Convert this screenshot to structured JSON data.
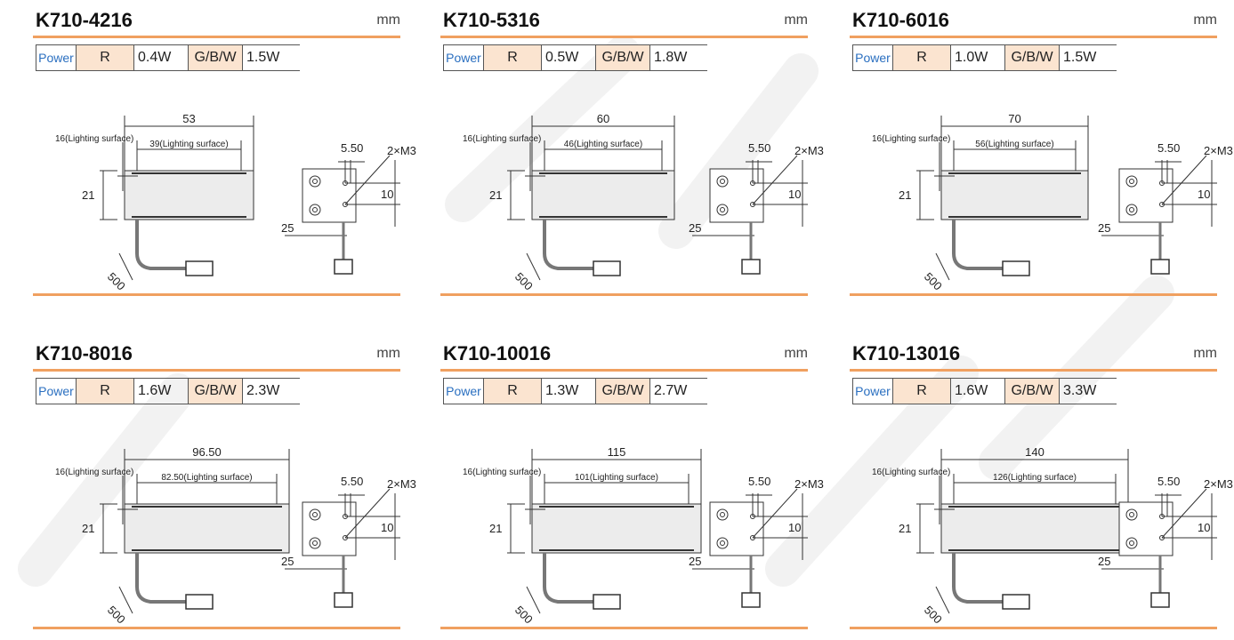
{
  "labels": {
    "power": "Power",
    "red": "R",
    "gbw": "G/B/W",
    "unit": "mm",
    "lighting_surface_height": "16(Lighting surface)",
    "hole_spacing": "5.50",
    "screw": "2×M3",
    "vertical_pitch": "10",
    "height": "21",
    "bracket_width": "25",
    "cable_length": "500"
  },
  "products": [
    {
      "model": "K710-4216",
      "power_r": "0.4W",
      "power_gbw": "1.5W",
      "length": "53",
      "lighting": "39(Lighting surface)"
    },
    {
      "model": "K710-5316",
      "power_r": "0.5W",
      "power_gbw": "1.8W",
      "length": "60",
      "lighting": "46(Lighting surface)"
    },
    {
      "model": "K710-6016",
      "power_r": "1.0W",
      "power_gbw": "1.5W",
      "length": "70",
      "lighting": "56(Lighting surface)"
    },
    {
      "model": "K710-8016",
      "power_r": "1.6W",
      "power_gbw": "2.3W",
      "length": "96.50",
      "lighting": "82.50(Lighting surface)"
    },
    {
      "model": "K710-10016",
      "power_r": "1.3W",
      "power_gbw": "2.7W",
      "length": "115",
      "lighting": "101(Lighting surface)"
    },
    {
      "model": "K710-13016",
      "power_r": "1.6W",
      "power_gbw": "3.3W",
      "length": "140",
      "lighting": "126(Lighting surface)"
    }
  ],
  "colors": {
    "accent": "#f0a060",
    "label_blue": "#2a6fc0",
    "cell_fill": "#fbe4d0"
  }
}
